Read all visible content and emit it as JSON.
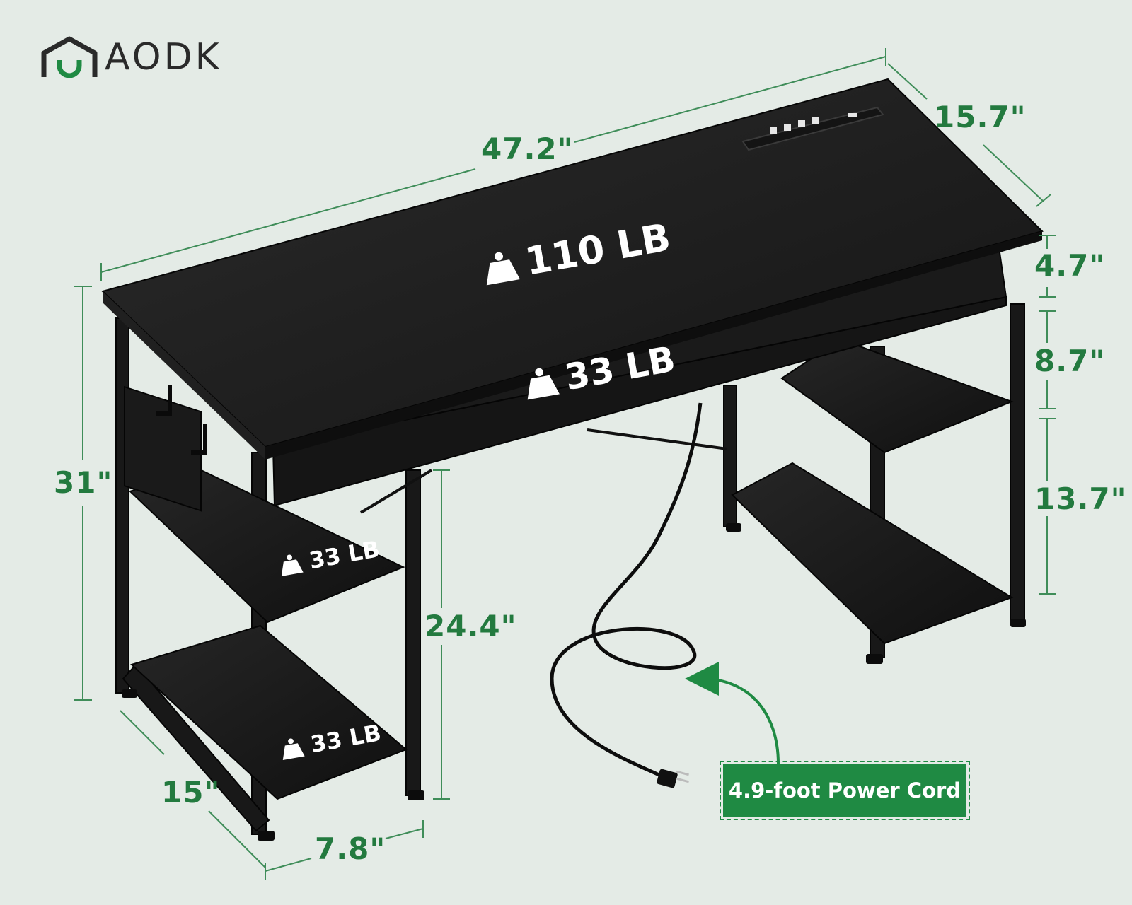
{
  "brand": {
    "name": "AODK"
  },
  "dimensions": {
    "width": "47.2\"",
    "depth": "15.7\"",
    "height": "31\"",
    "keyboard_tray_height": "4.7\"",
    "upper_shelf_gap": "8.7\"",
    "lower_shelf_gap": "13.7\"",
    "legroom_height": "24.4\"",
    "left_shelf_depth": "15\"",
    "left_shelf_width": "7.8\""
  },
  "load_capacity": {
    "desktop": "110 LB",
    "keyboard_tray": "33 LB",
    "upper_left_shelf": "33 LB",
    "lower_left_shelf": "33 LB"
  },
  "callout": {
    "power_cord": "4.9-foot Power Cord"
  },
  "colors": {
    "background": "#e4ebe6",
    "accent_green": "#1f8a43",
    "desk_black": "#1c1c1c",
    "label_white": "#ffffff"
  },
  "icons": [
    "house-logo-icon",
    "weight-icon"
  ]
}
